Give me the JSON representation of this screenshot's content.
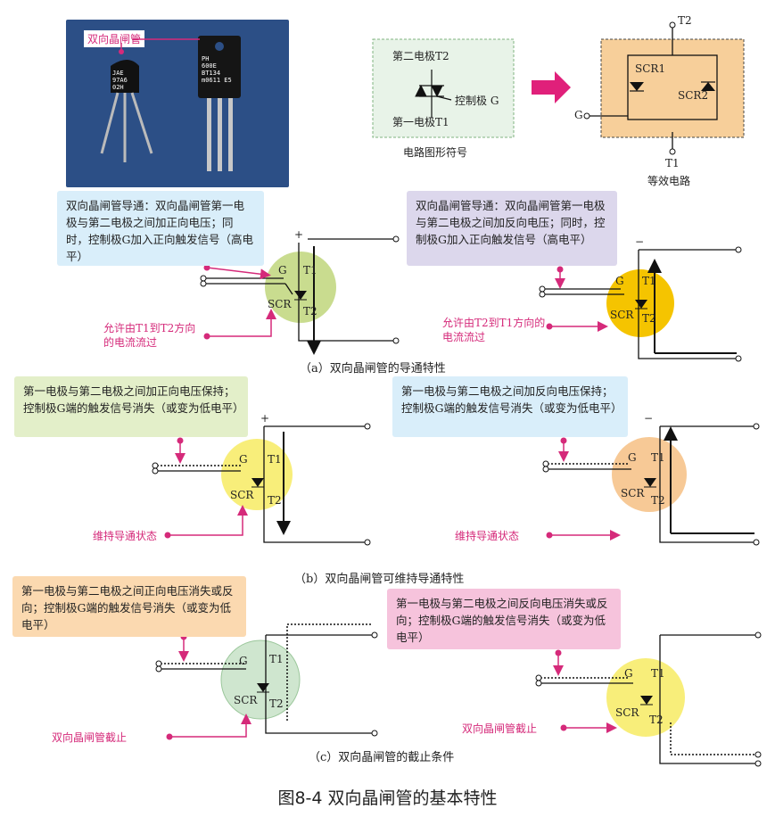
{
  "photo": {
    "label": "双向晶闸管",
    "small_part": [
      "JAE",
      "97A6",
      "02H"
    ],
    "big_part": [
      "PH",
      "600E",
      "BT134",
      "m0611 E5"
    ]
  },
  "symbol": {
    "t2": "第二电极T2",
    "gate": "控制极 G",
    "t1": "第一电极T1",
    "caption": "电路图形符号"
  },
  "equivalent": {
    "t2": "T2",
    "t1": "T1",
    "g": "G",
    "scr1": "SCR1",
    "scr2": "SCR2",
    "caption": "等效电路"
  },
  "sectionA": {
    "left_text": "双向晶闸管导通：双向晶闸管第一电极与第二电极之间加正向电压；同时，控制极G加入正向触发信号（高电平）",
    "right_text": "双向晶闸管导通：双向晶闸管第一电极与第二电极之间加反向电压；同时，控制极G加入正向触发信号（高电平）",
    "left_note": "允许由T1到T2方向的电流流过",
    "right_note": "允许由T2到T1方向的电流流过",
    "caption": "（a）双向晶闸管的导通特性"
  },
  "sectionB": {
    "left_text": "第一电极与第二电极之间加正向电压保持；控制极G端的触发信号消失（或变为低电平）",
    "right_text": "第一电极与第二电极之间加反向电压保持；控制极G端的触发信号消失（或变为低电平）",
    "left_note": "维持导通状态",
    "right_note": "维持导通状态",
    "caption": "（b）双向晶闸管可维持导通特性"
  },
  "sectionC": {
    "left_text": "第一电极与第二电极之间正向电压消失或反向；控制极G端的触发信号消失（或变为低电平）",
    "right_text": "第一电极与第二电极之间反向电压消失或反向；控制极G端的触发信号消失（或变为低电平）",
    "left_note": "双向晶闸管截止",
    "right_note": "双向晶闸管截止",
    "caption": "（c）双向晶闸管的截止条件"
  },
  "labels": {
    "g": "G",
    "t1": "T1",
    "t2": "T2",
    "scr": "SCR",
    "plus": "+",
    "minus": "−"
  },
  "figure_title": "图8-4 双向晶闸管的基本特性",
  "colors": {
    "pink": "#d52a7a",
    "green_circle": "#c9dc8f",
    "yellow_circle": "#f5c400",
    "light_yellow": "#f8ee7a",
    "orange_circle": "#f7c996",
    "mint_circle": "#cfe6cf"
  }
}
